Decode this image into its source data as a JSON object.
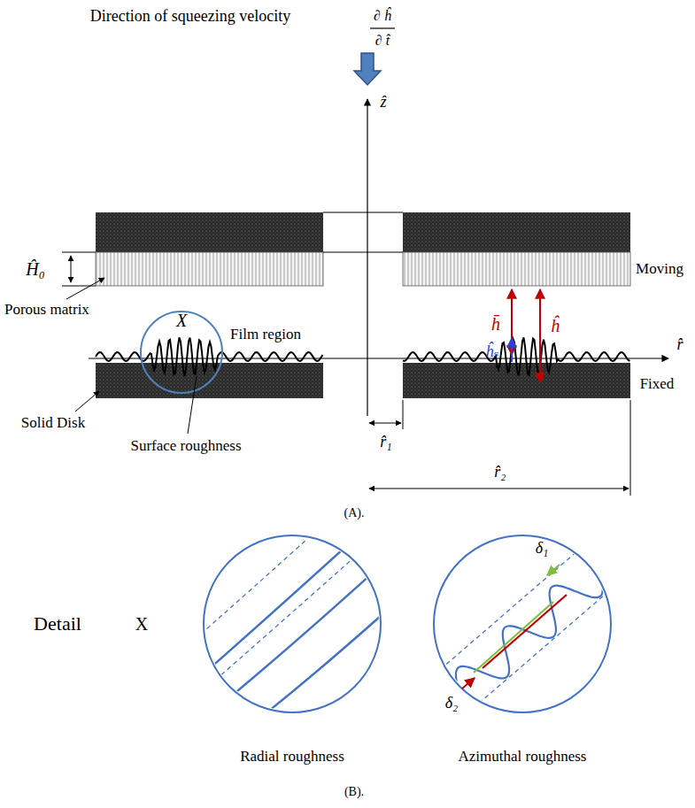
{
  "diagram": {
    "labels": [
      "Direction of squeezing velocity",
      "∂ ĥ",
      "∂ t̂",
      "ẑ",
      "Ĥ₀",
      "Porous matrix",
      "Moving",
      "Film region",
      "X",
      "h̄",
      "ĥ",
      "ĥₛ",
      "r̂",
      "Fixed",
      "Solid Disk",
      "Surface roughness",
      "r̂₁",
      "r̂₂",
      "(A).",
      "Detail",
      "X",
      "Radial roughness",
      "Azimuthal roughness",
      "δ₁",
      "δ₂",
      "(B)."
    ]
  }
}
